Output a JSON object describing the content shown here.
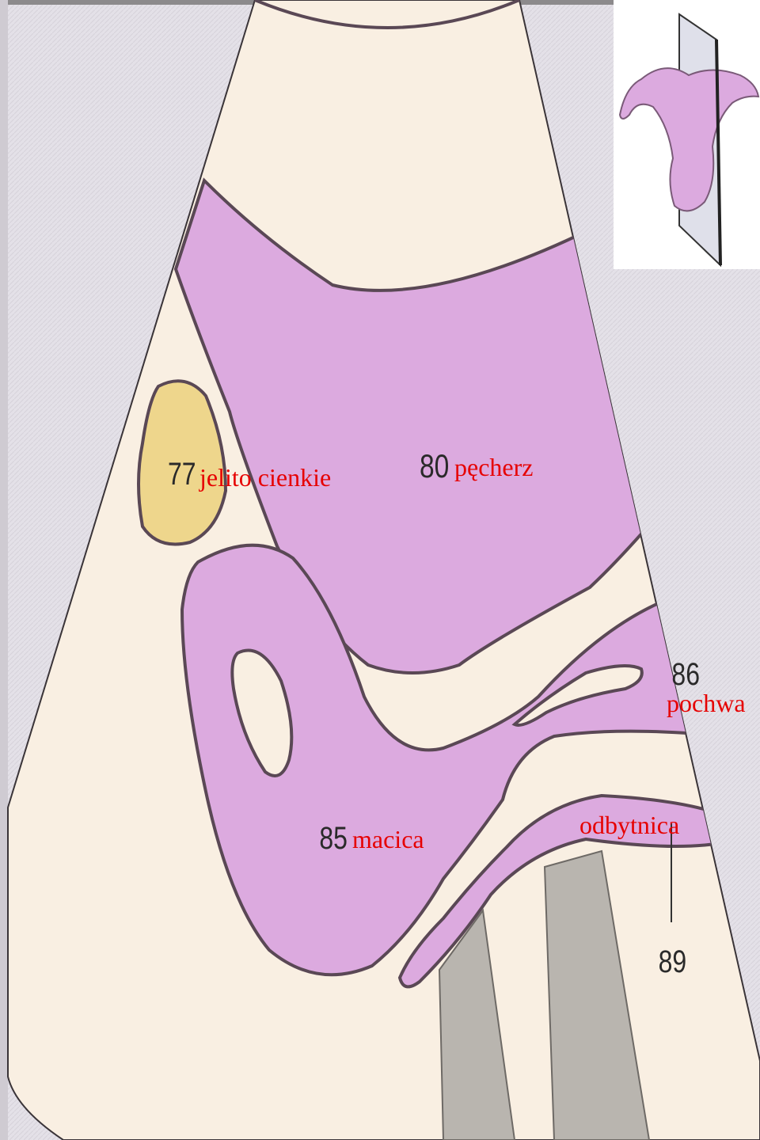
{
  "colors": {
    "background": "#e6e3ea",
    "field": "#f9efe2",
    "organ": "#dcaadf",
    "small_intestine": "#eed68c",
    "bone": "#b9b5af",
    "outline": "#5a4855",
    "label": "#e60000",
    "number": "#2a2a2a",
    "inset_bg": "#ffffff"
  },
  "structures": [
    {
      "id": "small-intestine",
      "number": "77",
      "label": "jelito cienkie"
    },
    {
      "id": "bladder",
      "number": "80",
      "label": "pęcherz"
    },
    {
      "id": "uterus",
      "number": "85",
      "label": "macica"
    },
    {
      "id": "vagina",
      "number": "86",
      "label": "pochwa"
    },
    {
      "id": "rectum",
      "number": "89",
      "label": "odbytnica"
    }
  ],
  "inset": {
    "icon": "uterus-section-plane-icon"
  }
}
